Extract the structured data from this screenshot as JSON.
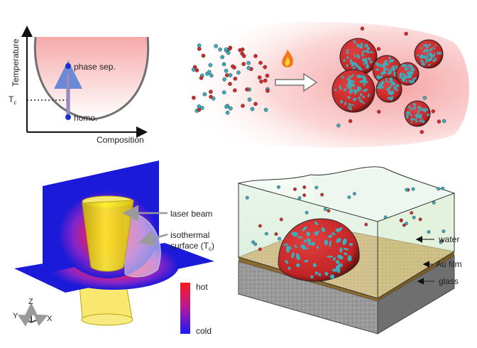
{
  "phase_diagram": {
    "y_axis_label": "Temperature",
    "x_axis_label": "Composition",
    "tc_symbol": "T",
    "tc_subscript": "c",
    "point_upper_label": "phase sep.",
    "point_lower_label": "homo."
  },
  "laser_panel": {
    "label_laser": "laser beam",
    "label_isothermal_line1": "isothermal",
    "label_isothermal_line2": "surface (T",
    "label_isothermal_sub": "c",
    "label_isothermal_close": ")",
    "colorbar_hot": "hot",
    "colorbar_cold": "cold",
    "axis_z": "Z",
    "axis_y": "Y",
    "axis_x": "X"
  },
  "cell_panel": {
    "label_water": "water",
    "label_au_film": "Au film",
    "label_glass": "glass"
  },
  "colors": {
    "red_particle": "#d62a2a",
    "cyan_particle": "#3ab0bf",
    "au_film": "#c99a4c",
    "glass": "#8e8e8e",
    "plane_blue": "#1a1ad8",
    "hot": "#ff1a1a",
    "cold": "#1a1aff",
    "arrow_gray": "#9a9a9a"
  },
  "icons": [
    "flame-icon",
    "right-arrow-icon",
    "axis-triad-icon"
  ]
}
